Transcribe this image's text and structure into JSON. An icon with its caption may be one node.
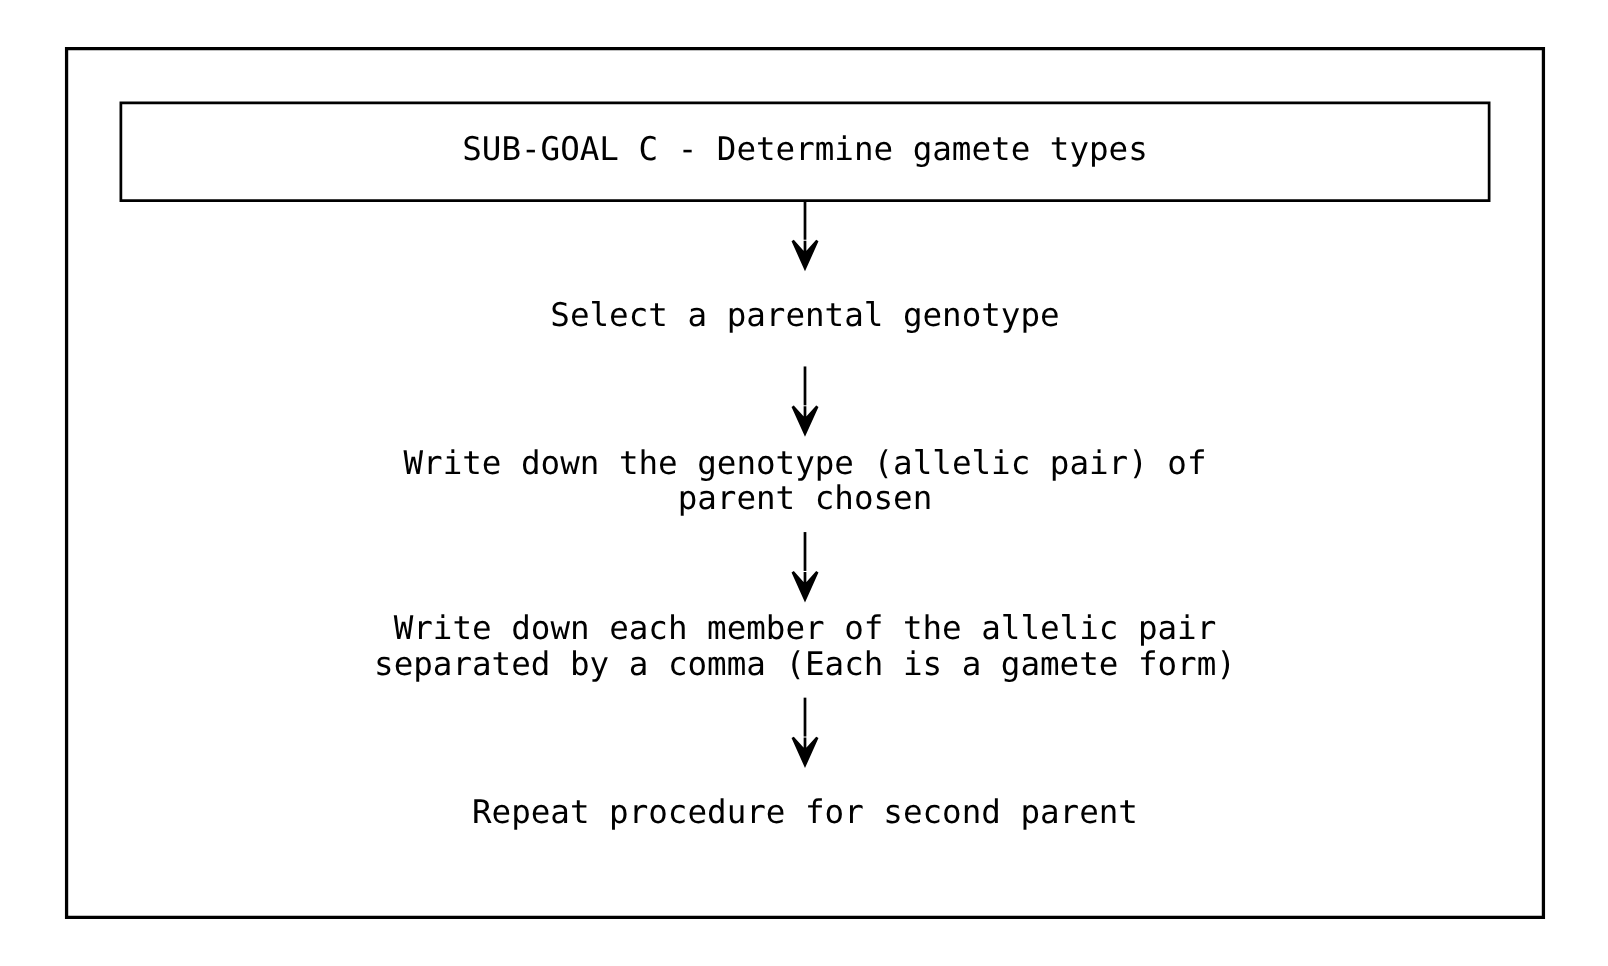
{
  "diagram": {
    "nodes": [
      {
        "text": [],
        "shape": "box"
      },
      {
        "text": [
          "SUB-GOAL C - Determine gamete types"
        ],
        "in": 0
      },
      {
        "text": [
          "Select a parental genotype"
        ],
        "in": 0
      },
      {
        "text": [
          "Write down the genotype (allelic pair) of parent chosen"
        ],
        "in": 0
      },
      {
        "text": [
          "Write down each member of the allelic pair separated by a comma (Each is a gamete form)"
        ],
        "in": 0
      },
      {
        "text": [
          "Repeat procedure for second parent"
        ],
        "in": 0
      }
    ],
    "edges": [
      {
        "from": 1,
        "to": 2,
        "arrow": "to"
      },
      {
        "from": 2,
        "to": 3,
        "arrow": "to"
      },
      {
        "from": 3,
        "to": 4,
        "arrow": "to"
      },
      {
        "from": 4,
        "to": 5,
        "arrow": "to"
      }
    ]
  }
}
